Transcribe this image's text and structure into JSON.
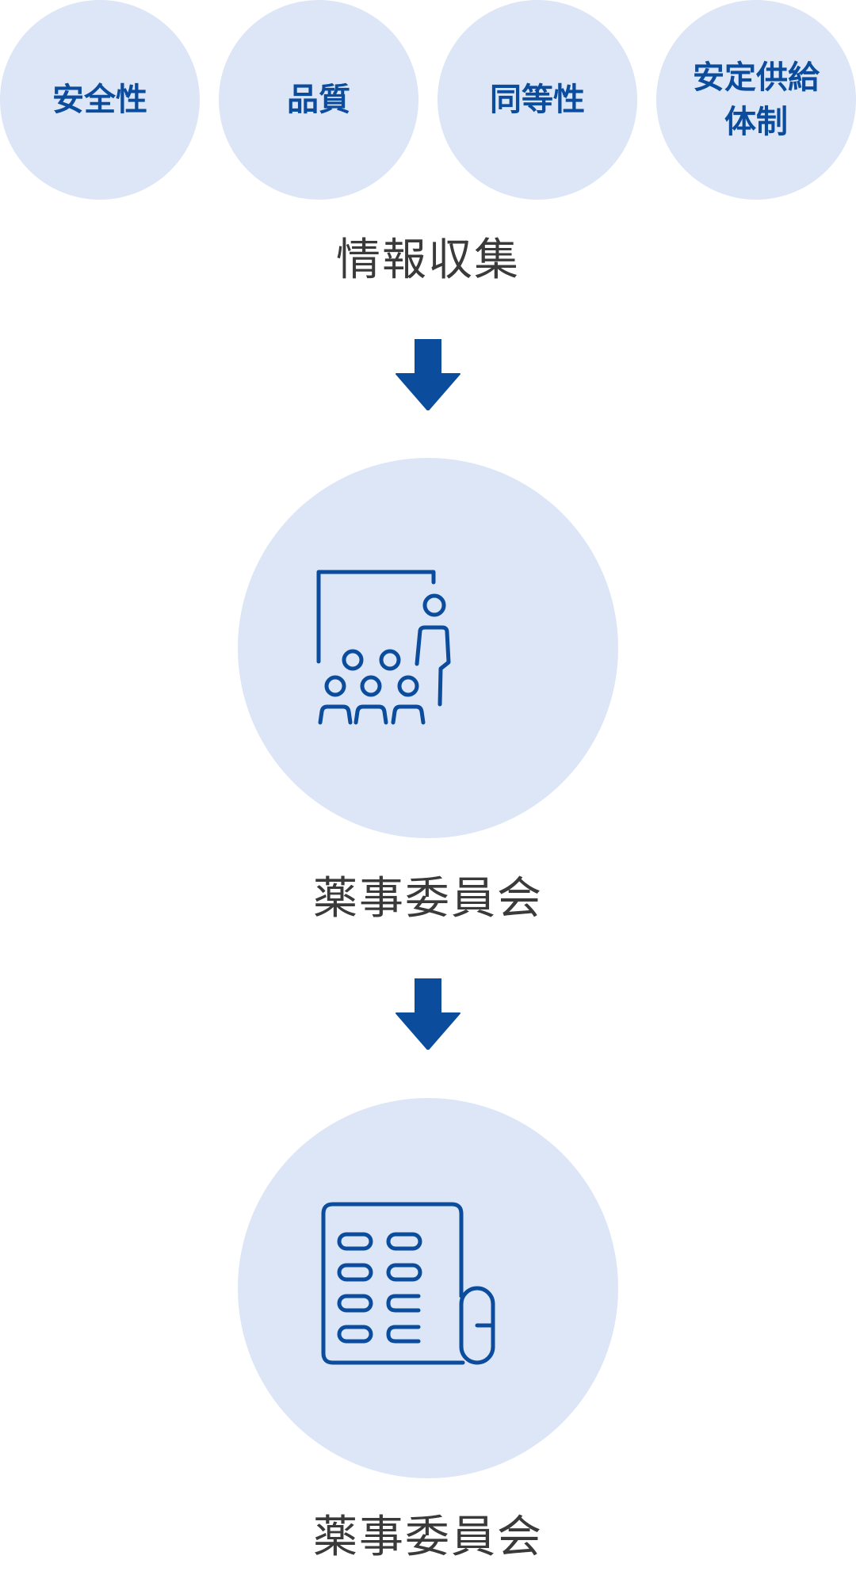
{
  "categories": [
    {
      "label": "安全性"
    },
    {
      "label": "品質"
    },
    {
      "label": "同等性"
    },
    {
      "label": "安定供給\n体制"
    }
  ],
  "steps": {
    "collect_label": "情報収集",
    "committee_label": "薬事委員会",
    "final_label": "薬事委員会"
  },
  "icons": {
    "committee": "meeting-presentation-icon",
    "final": "medicine-pills-icon"
  },
  "colors": {
    "accent": "#0b4c9d",
    "circle_fill": "#dce6f6",
    "text": "#3a3a3a"
  }
}
